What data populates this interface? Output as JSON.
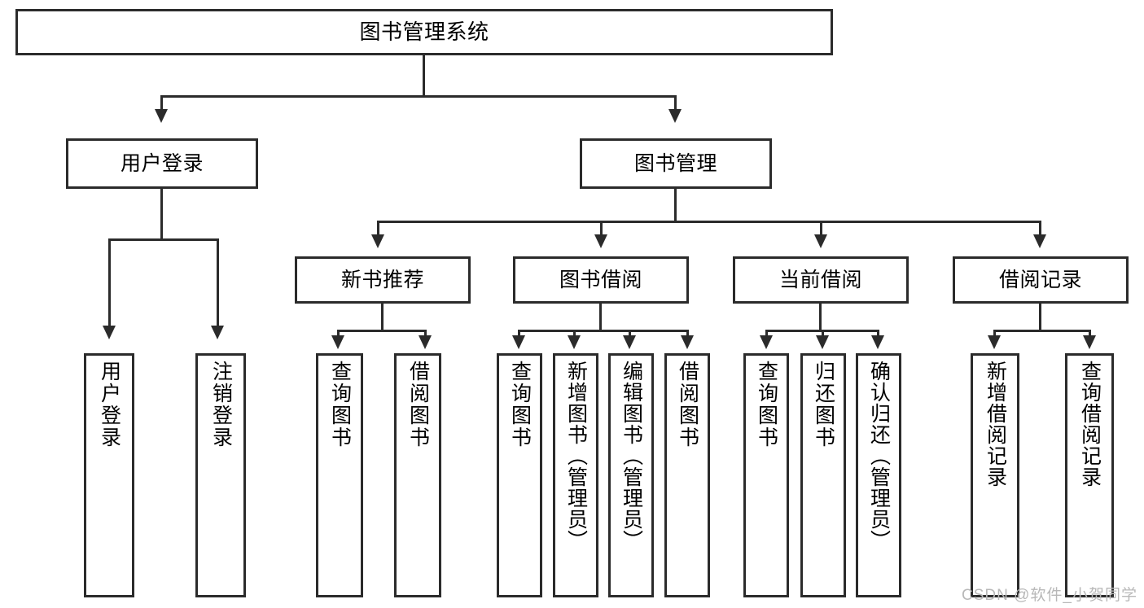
{
  "diagram": {
    "title": "图书管理系统",
    "type": "hierarchy-tree",
    "root": {
      "label": "图书管理系统",
      "children": [
        {
          "label": "用户登录",
          "children": [
            {
              "label": "用户登录"
            },
            {
              "label": "注销登录"
            }
          ]
        },
        {
          "label": "图书管理",
          "children": [
            {
              "label": "新书推荐",
              "children": [
                {
                  "label": "查询图书"
                },
                {
                  "label": "借阅图书"
                }
              ]
            },
            {
              "label": "图书借阅",
              "children": [
                {
                  "label": "查询图书"
                },
                {
                  "label": "新增图书（管理员）"
                },
                {
                  "label": "编辑图书（管理员）"
                },
                {
                  "label": "借阅图书"
                }
              ]
            },
            {
              "label": "当前借阅",
              "children": [
                {
                  "label": "查询图书"
                },
                {
                  "label": "归还图书"
                },
                {
                  "label": "确认归还（管理员）"
                }
              ]
            },
            {
              "label": "借阅记录",
              "children": [
                {
                  "label": "新增借阅记录"
                },
                {
                  "label": "查询借阅记录"
                }
              ]
            }
          ]
        }
      ]
    }
  },
  "nodes": {
    "root": "图书管理系统",
    "user_login": "用户登录",
    "book_manage": "图书管理",
    "new_book_rec": "新书推荐",
    "book_borrow": "图书借阅",
    "current_borrow": "当前借阅",
    "borrow_record": "借阅记录",
    "leaf_user_login": "用户登录",
    "leaf_logout": "注销登录",
    "leaf_query_book_1": "查询图书",
    "leaf_borrow_book_1": "借阅图书",
    "leaf_query_book_2": "查询图书",
    "leaf_add_book_admin": "新增图书（管理员）",
    "leaf_edit_book_admin": "编辑图书（管理员）",
    "leaf_borrow_book_2": "借阅图书",
    "leaf_query_book_3": "查询图书",
    "leaf_return_book": "归还图书",
    "leaf_confirm_return_admin": "确认归还（管理员）",
    "leaf_add_record": "新增借阅记录",
    "leaf_query_record": "查询借阅记录"
  },
  "watermark": "CSDN @软件_小贺同学",
  "colors": {
    "stroke": "#2b2b2b",
    "fill": "#ffffff",
    "watermark": "#b8b8b8"
  }
}
